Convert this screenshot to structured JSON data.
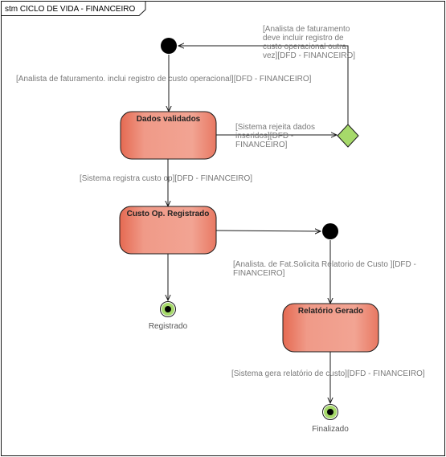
{
  "frame": {
    "title": "stm CICLO DE VIDA - FINANCEIRO"
  },
  "states": {
    "dados_validados": "Dados validados",
    "custo_registrado": "Custo Op. Registrado",
    "relatorio_gerado": "Relatório Gerado"
  },
  "final_states": {
    "registrado": "Registrado",
    "finalizado": "Finalizado"
  },
  "transitions": {
    "loop_back": [
      "[Analista de faturamento",
      "deve incluir registro de",
      "custo operacional outra",
      "vez][DFD - FINANCEIRO]"
    ],
    "initial_to_validados": "[Analista de faturamento. inclui registro de custo operacional][DFD - FINANCEIRO]",
    "validados_to_choice": [
      "[Sistema rejeita dados",
      "inseridos][DFD -",
      "FINANCEIRO]"
    ],
    "validados_to_registrado": "[Sistema registra custo op][DFD - FINANCEIRO]",
    "initial2_to_relatorio": [
      "[Analista. de Fat.Solicita Relatorio de Custo  ][DFD -",
      "FINANCEIRO]"
    ],
    "relatorio_to_final": "[Sistema gera relatório de custo][DFD - FINANCEIRO]"
  },
  "colors": {
    "state_fill_dark": "#e8705a",
    "state_fill_light": "#f4a595",
    "state_border": "#1a1a1a",
    "choice_fill": "#a6d96a",
    "final_ring": "#a6d96a",
    "edge": "#1a1a1a",
    "guard_text": "#7a7a7a"
  }
}
